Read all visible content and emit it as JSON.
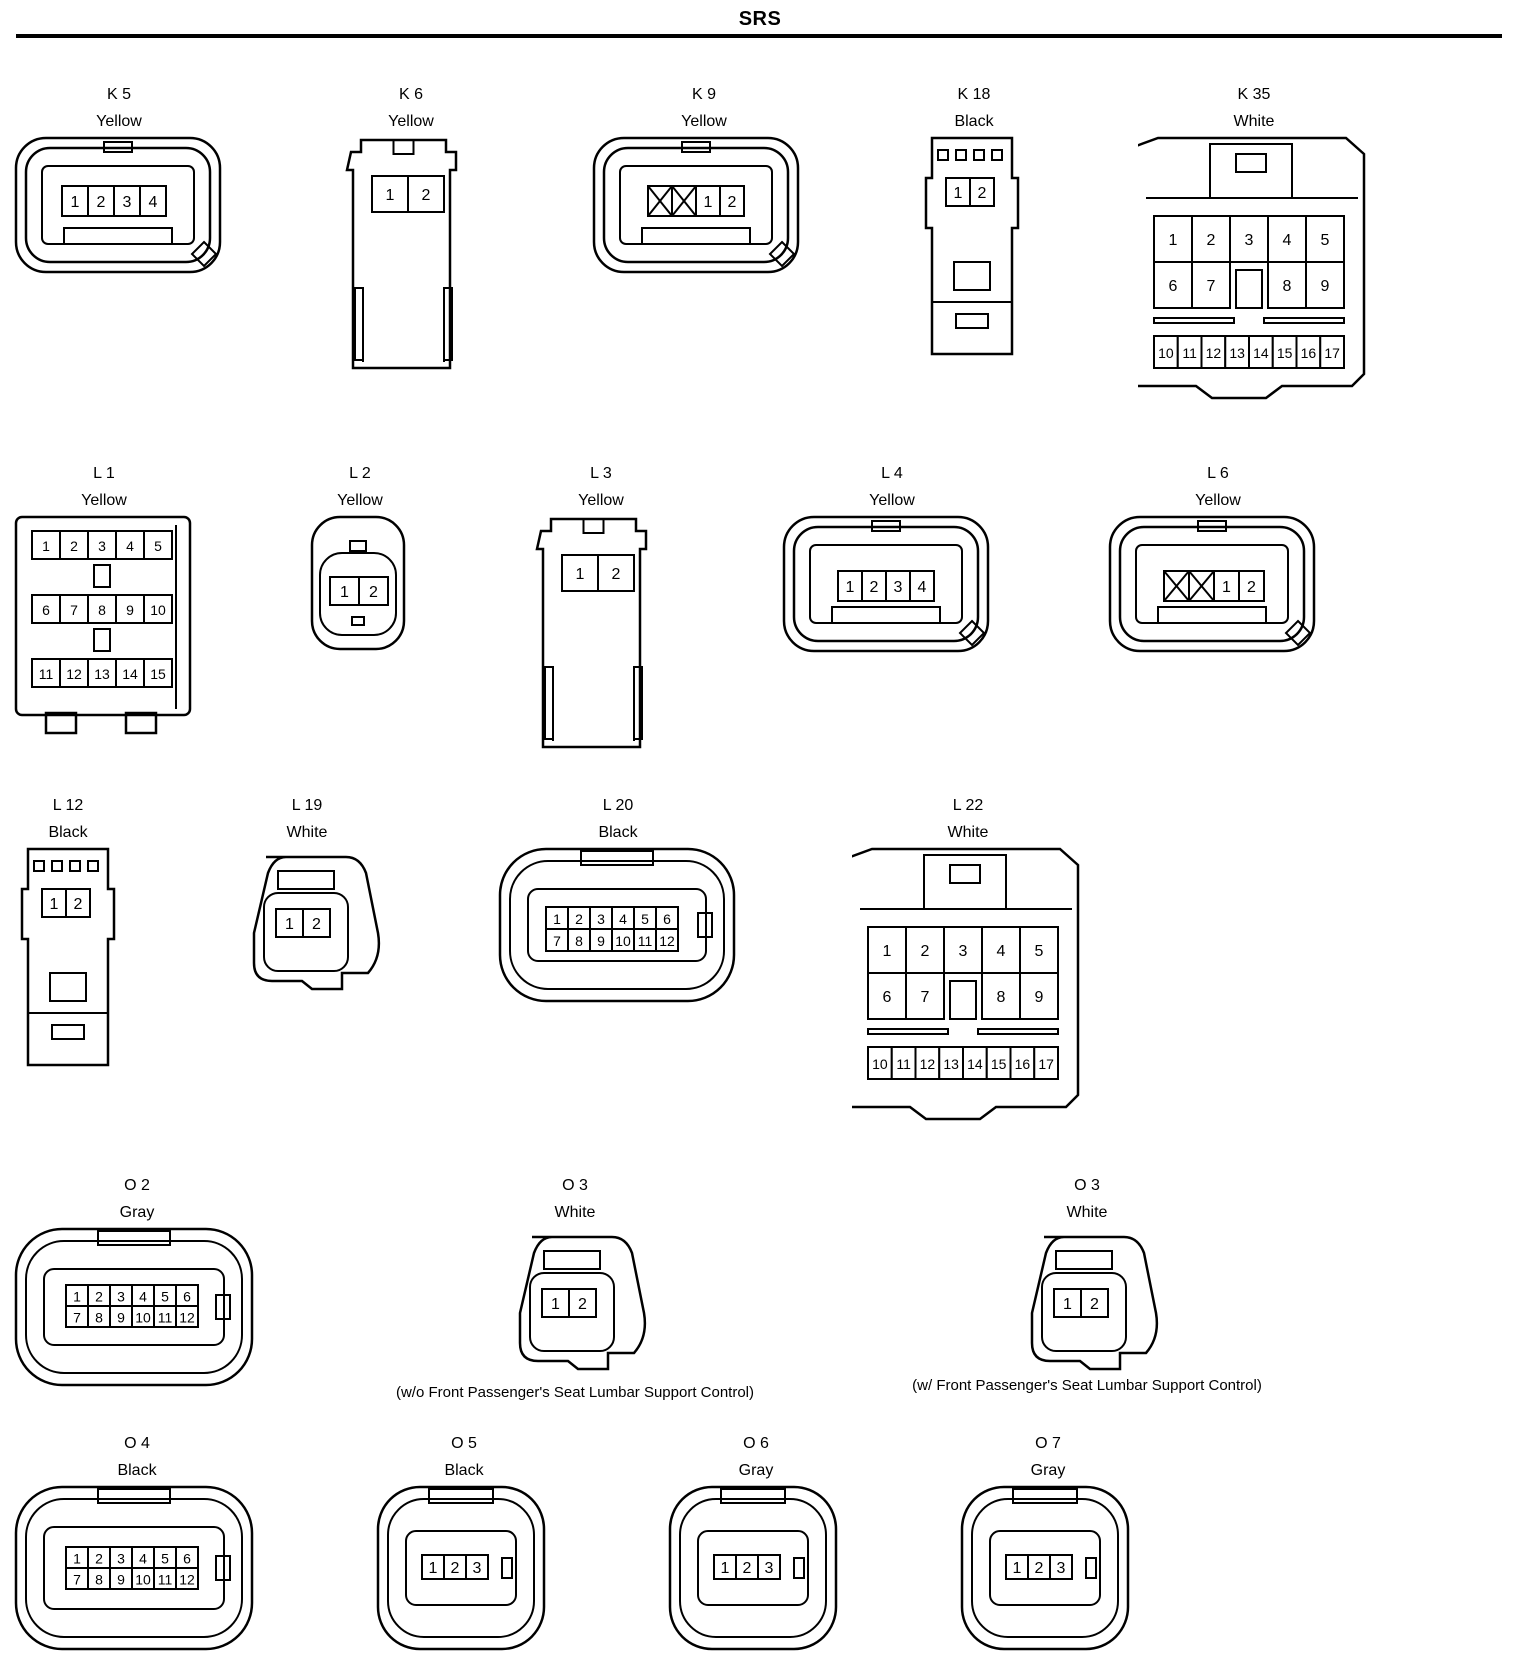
{
  "page": {
    "title": "SRS"
  },
  "connectors": {
    "k5": {
      "code": "K 5",
      "color": "Yellow",
      "pins": [
        "1",
        "2",
        "3",
        "4"
      ]
    },
    "k6": {
      "code": "K 6",
      "color": "Yellow",
      "pins": [
        "1",
        "2"
      ]
    },
    "k9": {
      "code": "K 9",
      "color": "Yellow",
      "pins": [
        "1",
        "2"
      ]
    },
    "k18": {
      "code": "K 18",
      "color": "Black",
      "pins": [
        "1",
        "2"
      ]
    },
    "k35": {
      "code": "K 35",
      "color": "White",
      "pins": [
        "1",
        "2",
        "3",
        "4",
        "5",
        "6",
        "7",
        "8",
        "9",
        "10",
        "11",
        "12",
        "13",
        "14",
        "15",
        "16",
        "17"
      ]
    },
    "l1": {
      "code": "L 1",
      "color": "Yellow",
      "pins": [
        "1",
        "2",
        "3",
        "4",
        "5",
        "6",
        "7",
        "8",
        "9",
        "10",
        "11",
        "12",
        "13",
        "14",
        "15"
      ]
    },
    "l2": {
      "code": "L 2",
      "color": "Yellow",
      "pins": [
        "1",
        "2"
      ]
    },
    "l3": {
      "code": "L 3",
      "color": "Yellow",
      "pins": [
        "1",
        "2"
      ]
    },
    "l4": {
      "code": "L 4",
      "color": "Yellow",
      "pins": [
        "1",
        "2",
        "3",
        "4"
      ]
    },
    "l6": {
      "code": "L 6",
      "color": "Yellow",
      "pins": [
        "1",
        "2"
      ]
    },
    "l12": {
      "code": "L 12",
      "color": "Black",
      "pins": [
        "1",
        "2"
      ]
    },
    "l19": {
      "code": "L 19",
      "color": "White",
      "pins": [
        "1",
        "2"
      ]
    },
    "l20": {
      "code": "L 20",
      "color": "Black",
      "pins": [
        "1",
        "2",
        "3",
        "4",
        "5",
        "6",
        "7",
        "8",
        "9",
        "10",
        "11",
        "12"
      ]
    },
    "l22": {
      "code": "L 22",
      "color": "White",
      "pins": [
        "1",
        "2",
        "3",
        "4",
        "5",
        "6",
        "7",
        "8",
        "9",
        "10",
        "11",
        "12",
        "13",
        "14",
        "15",
        "16",
        "17"
      ]
    },
    "o2": {
      "code": "O 2",
      "color": "Gray",
      "pins": [
        "1",
        "2",
        "3",
        "4",
        "5",
        "6",
        "7",
        "8",
        "9",
        "10",
        "11",
        "12"
      ]
    },
    "o3a": {
      "code": "O 3",
      "color": "White",
      "pins": [
        "1",
        "2"
      ],
      "note": "(w/o Front Passenger's Seat Lumbar Support Control)"
    },
    "o3b": {
      "code": "O 3",
      "color": "White",
      "pins": [
        "1",
        "2"
      ],
      "note": "(w/ Front Passenger's Seat Lumbar Support Control)"
    },
    "o4": {
      "code": "O 4",
      "color": "Black",
      "pins": [
        "1",
        "2",
        "3",
        "4",
        "5",
        "6",
        "7",
        "8",
        "9",
        "10",
        "11",
        "12"
      ]
    },
    "o5": {
      "code": "O 5",
      "color": "Black",
      "pins": [
        "1",
        "2",
        "3"
      ]
    },
    "o6": {
      "code": "O 6",
      "color": "Gray",
      "pins": [
        "1",
        "2",
        "3"
      ]
    },
    "o7": {
      "code": "O 7",
      "color": "Gray",
      "pins": [
        "1",
        "2",
        "3"
      ]
    }
  }
}
